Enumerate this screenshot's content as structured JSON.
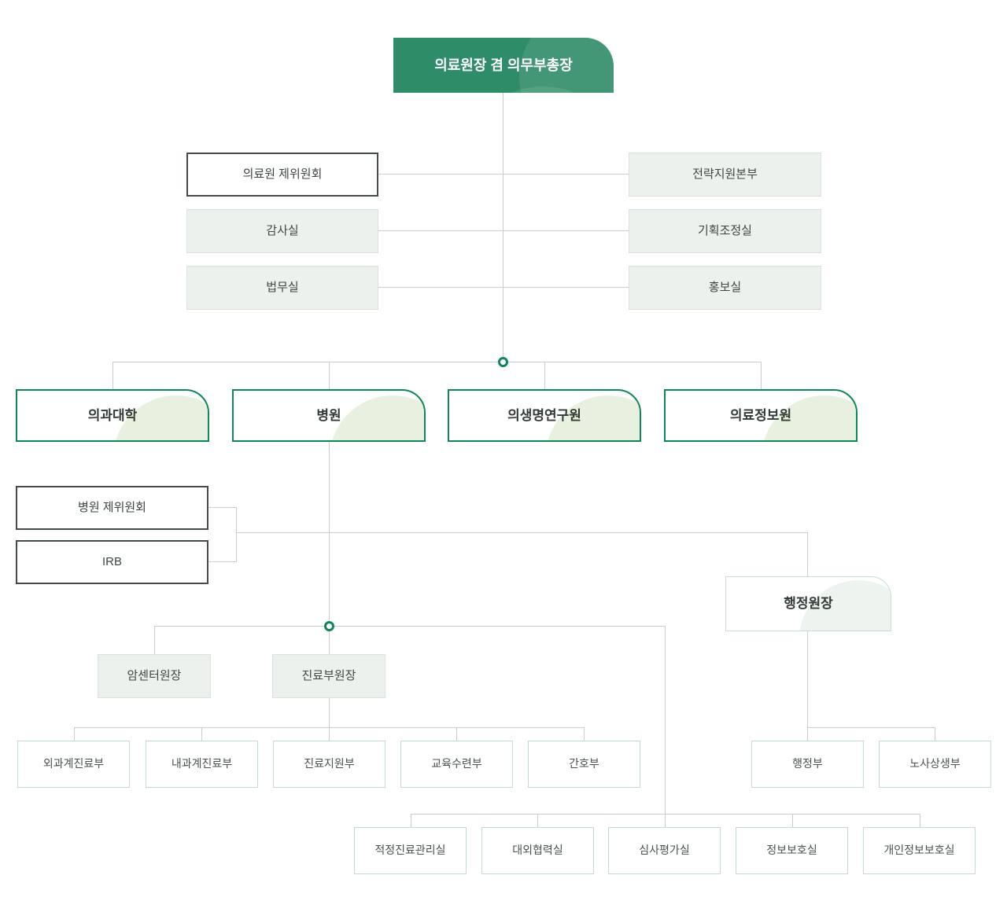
{
  "colors": {
    "primary_green": "#2e8c68",
    "division_border_green": "#0f8656",
    "connector_gray": "#cccccc",
    "light_box_fill": "#edf1ee",
    "dark_box_border": "#424b48"
  },
  "org": {
    "root": {
      "label": "의료원장 겸 의무부총장"
    },
    "left_offices": [
      {
        "label": "의료원 제위원회"
      },
      {
        "label": "감사실"
      },
      {
        "label": "법무실"
      }
    ],
    "right_offices": [
      {
        "label": "전략지원본부"
      },
      {
        "label": "기획조정실"
      },
      {
        "label": "홍보실"
      }
    ],
    "divisions": [
      {
        "label": "의과대학"
      },
      {
        "label": "병원"
      },
      {
        "label": "의생명연구원"
      },
      {
        "label": "의료정보원"
      }
    ],
    "hospital_committees": [
      {
        "label": "병원 제위원회"
      },
      {
        "label": "IRB"
      }
    ],
    "admin_head": {
      "label": "행정원장"
    },
    "hospital_directors": [
      {
        "label": "암센터원장"
      },
      {
        "label": "진료부원장"
      }
    ],
    "clinical_departments": [
      {
        "label": "외과계진료부"
      },
      {
        "label": "내과계진료부"
      },
      {
        "label": "진료지원부"
      },
      {
        "label": "교육수련부"
      },
      {
        "label": "간호부"
      }
    ],
    "admin_departments": [
      {
        "label": "행정부"
      },
      {
        "label": "노사상생부"
      }
    ],
    "hospital_offices": [
      {
        "label": "적정진료관리실"
      },
      {
        "label": "대외협력실"
      },
      {
        "label": "심사평가실"
      },
      {
        "label": "정보보호실"
      },
      {
        "label": "개인정보보호실"
      }
    ]
  }
}
